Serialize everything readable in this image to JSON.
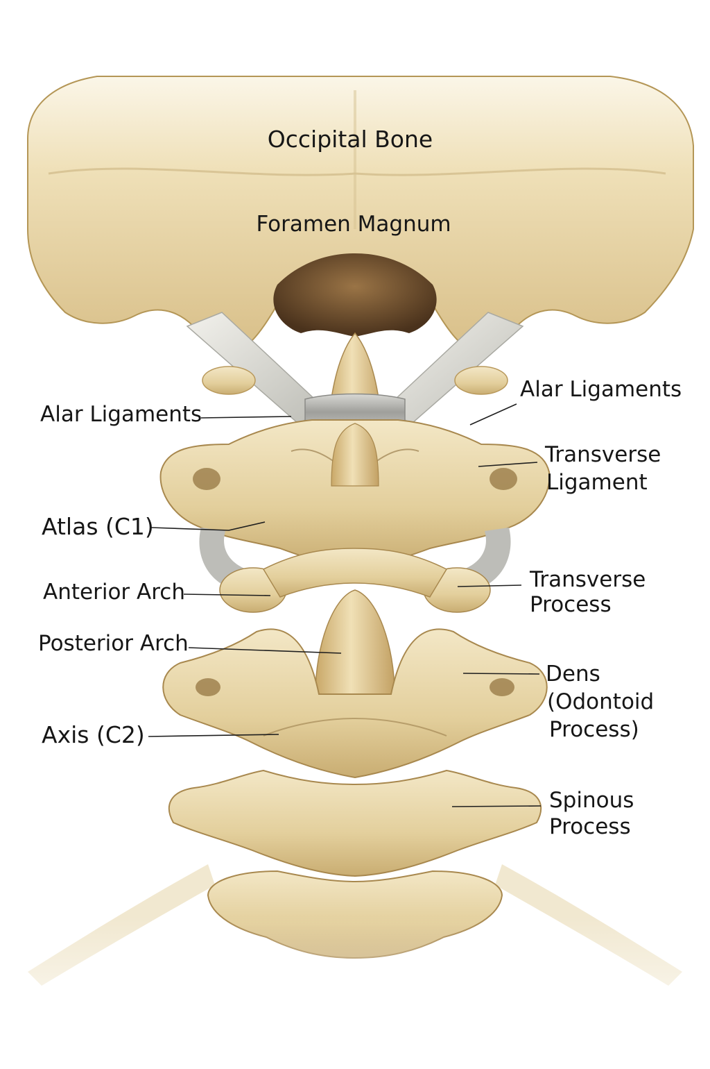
{
  "labels": {
    "occipital_bone": "Occipital Bone",
    "foramen_magnum": "Foramen Magnum",
    "alar_ligaments_left": "Alar Ligaments",
    "alar_ligaments_right": "Alar Ligaments",
    "transverse_ligament_1": "Transverse",
    "transverse_ligament_2": "Ligament",
    "atlas_c1": "Atlas (C1)",
    "anterior_arch": "Anterior Arch",
    "transverse_process_1": "Transverse",
    "transverse_process_2": "Process",
    "posterior_arch": "Posterior Arch",
    "dens_1": "Dens",
    "dens_2": "(Odontoid",
    "dens_3": "Process)",
    "axis_c2": "Axis (C2)",
    "spinous_process_1": "Spinous",
    "spinous_process_2": "Process"
  },
  "colors": {
    "bone": "#e6d3a2",
    "bone_light": "#f1e5c4",
    "bone_shadow": "#b89a5c",
    "ligament": "#c9c9c4",
    "ligament_light": "#ecebe5",
    "cavity": "#6b4a2a",
    "leader": "#1e1e1e"
  }
}
